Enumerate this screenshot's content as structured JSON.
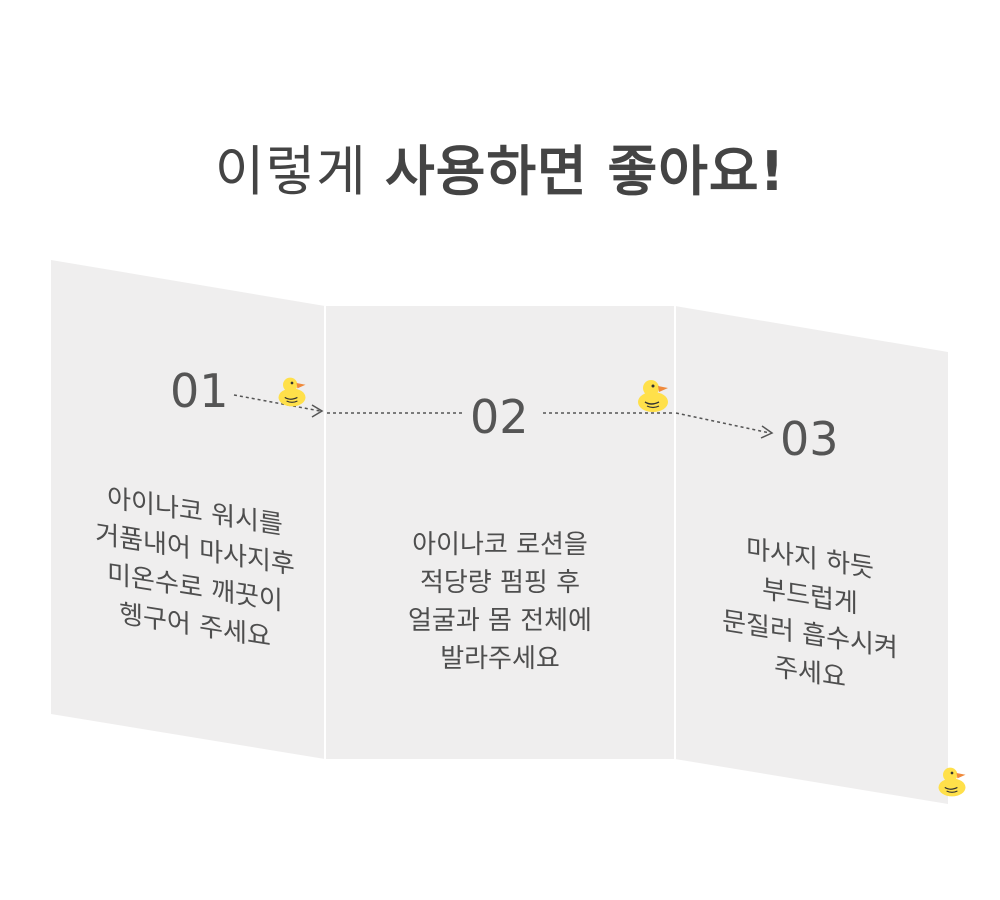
{
  "title": {
    "part1": "이렇게",
    "part2": "사용하면 좋아요!"
  },
  "steps": [
    {
      "number": "01",
      "text": "아이나코 워시를\n거품내어 마사지후\n미온수로 깨끗이\n헹구어 주세요"
    },
    {
      "number": "02",
      "text": "아이나코 로션을\n적당량 펌핑 후\n얼굴과 몸 전체에\n발라주세요"
    },
    {
      "number": "03",
      "text": "마사지 하듯\n부드럽게\n문질러 흡수시켜\n주세요"
    }
  ],
  "icons": [
    "duck-icon",
    "duck-icon",
    "duck-icon"
  ],
  "colors": {
    "panel": "#efeeee",
    "panel_edge": "#d8d8d8",
    "duck_body": "#ffe04a",
    "duck_beak": "#f08a3c",
    "text": "#4e4e4e"
  }
}
